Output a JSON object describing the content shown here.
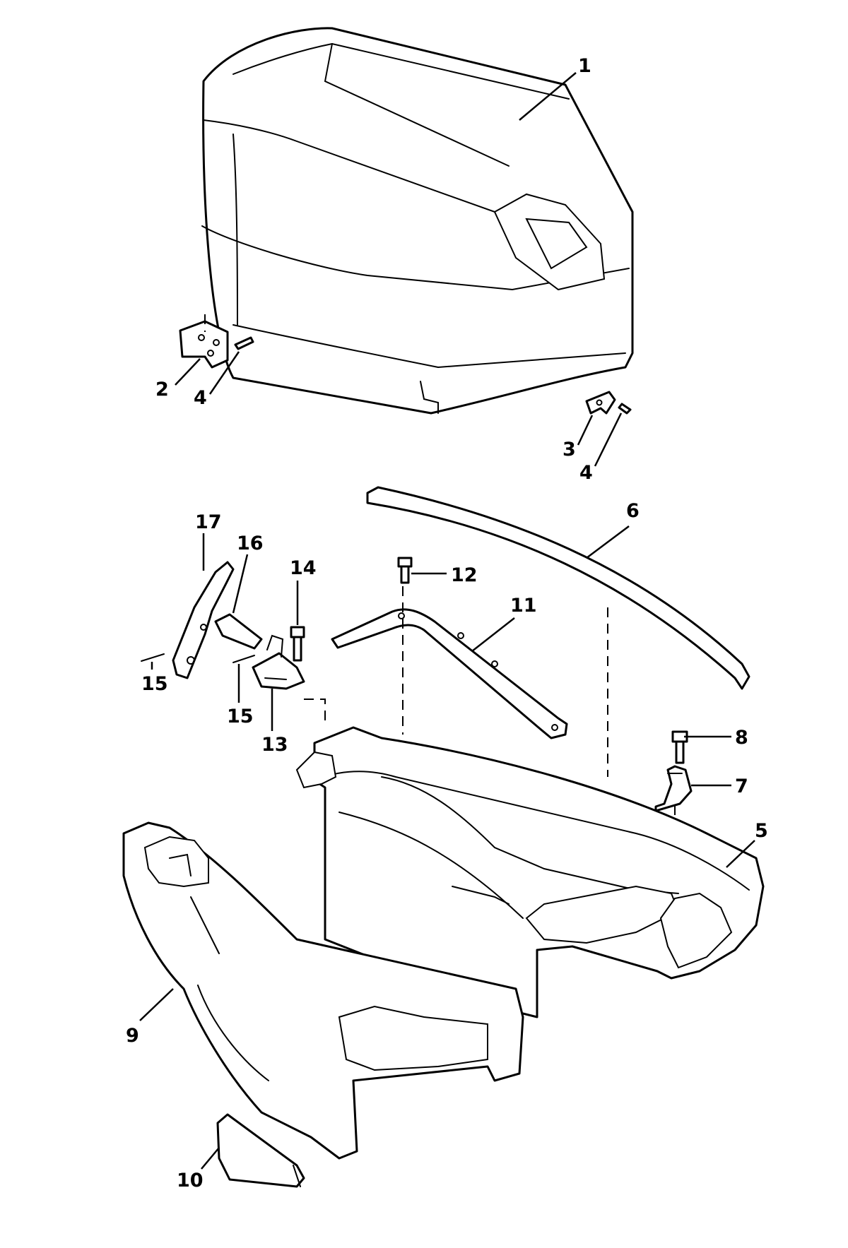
{
  "callouts": {
    "c1": "1",
    "c2": "2",
    "c3": "3",
    "c4a": "4",
    "c4b": "4",
    "c5": "5",
    "c6": "6",
    "c7": "7",
    "c8": "8",
    "c9": "9",
    "c10": "10",
    "c11": "11",
    "c12": "12",
    "c13": "13",
    "c14": "14",
    "c15a": "15",
    "c15b": "15",
    "c16": "16",
    "c17": "17"
  }
}
